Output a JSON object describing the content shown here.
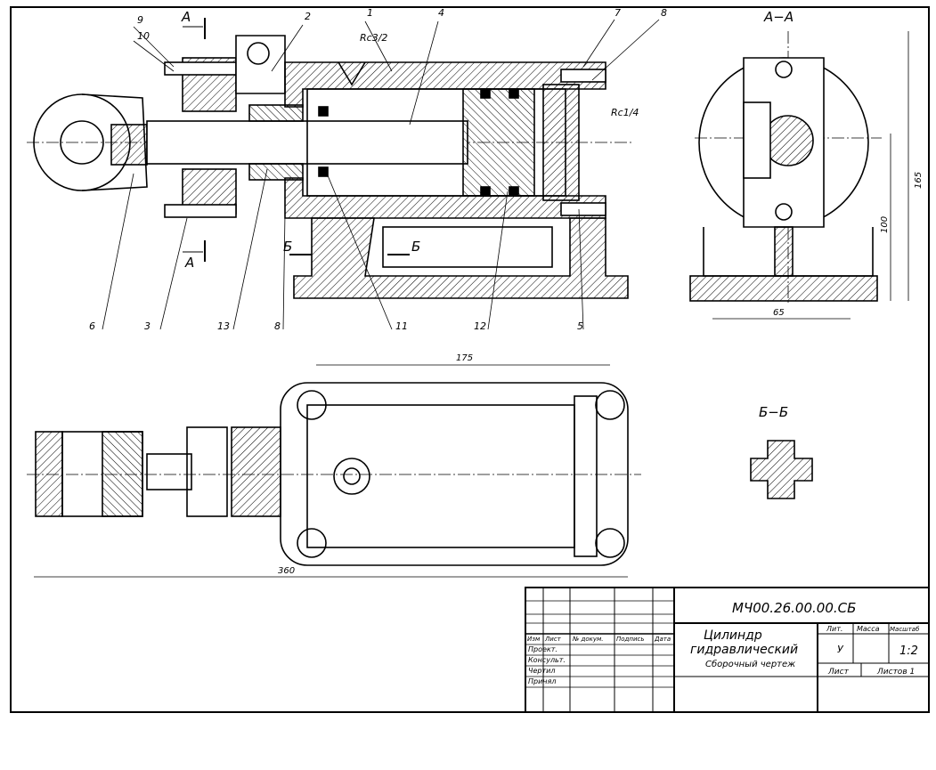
{
  "section_labels": {
    "a_a": "А−А",
    "b_b": "Б−Б",
    "a_top": "А",
    "a_bottom": "А",
    "b_left": "Б",
    "b_right": "Б"
  },
  "thread_notes": {
    "port_top": "Rc3/2",
    "port_right": "Rc1/4"
  },
  "part_numbers": [
    "9",
    "10",
    "2",
    "1",
    "4",
    "7",
    "8",
    "6",
    "3",
    "13",
    "8",
    "11",
    "12",
    "5"
  ],
  "dimensions": {
    "length_top": "175",
    "overall_length": "360",
    "width": "65",
    "height_165": "165",
    "height_100": "100"
  },
  "title_block": {
    "designation": "МЧ00.26.00.00.СБ",
    "name_line1": "Цилиндр",
    "name_line2": "гидравлический",
    "doc_type": "Сборочный чертеж",
    "col_izm": "Изм",
    "col_list": "Лист",
    "col_docnum": "№ докум.",
    "col_signature": "Подпись",
    "col_date": "Дата",
    "row_proekt": "Проект.",
    "row_konsult": "Консульт.",
    "row_chertil": "Чертил",
    "row_prinyal": "Принял",
    "lit": "Лит.",
    "massa": "Масса",
    "masshtab": "Масштаб",
    "lit_value": "У",
    "scale_value": "1:2",
    "sheet": "Лист",
    "sheets_total": "Листов 1"
  }
}
